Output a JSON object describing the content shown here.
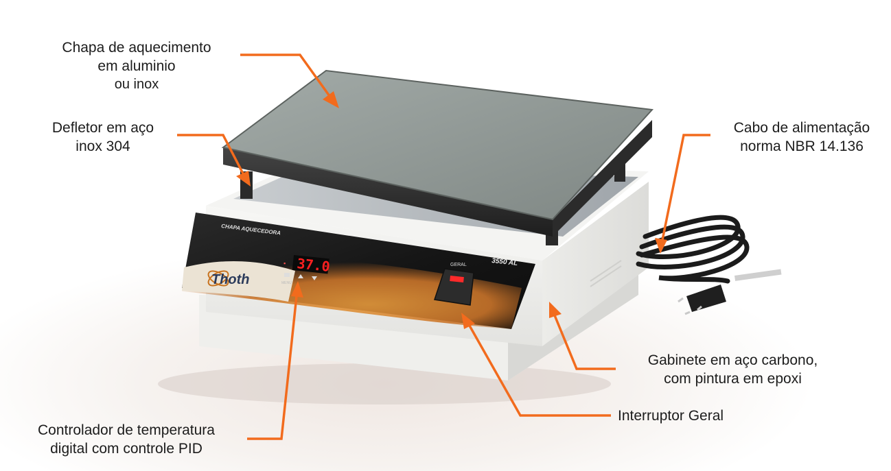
{
  "callouts": {
    "chapa": {
      "line1": "Chapa de aquecimento",
      "line2": "em aluminio",
      "line3": "ou inox"
    },
    "defletor": {
      "line1": "Defletor em aço",
      "line2": "inox 304"
    },
    "cabo": {
      "line1": "Cabo de alimentação",
      "line2": "norma NBR 14.136"
    },
    "gabinete": {
      "line1": "Gabinete em aço carbono,",
      "line2": "com pintura em epoxi"
    },
    "interruptor": {
      "line1": "Interruptor Geral"
    },
    "controlador": {
      "line1": "Controlador de temperatura",
      "line2": "digital com controle PID"
    }
  },
  "device": {
    "panel_title": "CHAPA AQUECEDORA",
    "brand": "Thoth",
    "model": "3550 AL",
    "display_value": "37.0",
    "switch_label": "GERAL",
    "menu_label": "MENU"
  },
  "colors": {
    "callout_orange": "#f26b1d",
    "plate_gray": "#8e9693",
    "cabinet_white": "#f1f1ef",
    "display_red": "#ff2020"
  },
  "icons": [
    "callout-arrow",
    "power-switch-icon",
    "temperature-display"
  ]
}
